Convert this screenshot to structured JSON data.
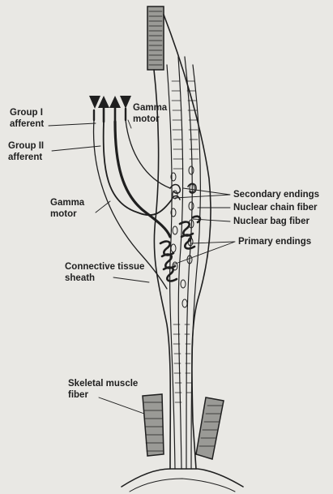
{
  "labels": {
    "group1": [
      "Group I",
      "afferent"
    ],
    "group2": [
      "Group II",
      "afferent"
    ],
    "gamma_top": [
      "Gamma",
      "motor"
    ],
    "gamma_left": [
      "Gamma",
      "motor"
    ],
    "connective": [
      "Connective tissue",
      "sheath"
    ],
    "skeletal": [
      "Skeletal muscle",
      "fiber"
    ],
    "secondary": "Secondary endings",
    "chain": "Nuclear chain fiber",
    "bag": "Nuclear bag fiber",
    "primary": "Primary endings"
  },
  "colors": {
    "background": "#e9e8e4",
    "ink": "#1f1f1f"
  }
}
